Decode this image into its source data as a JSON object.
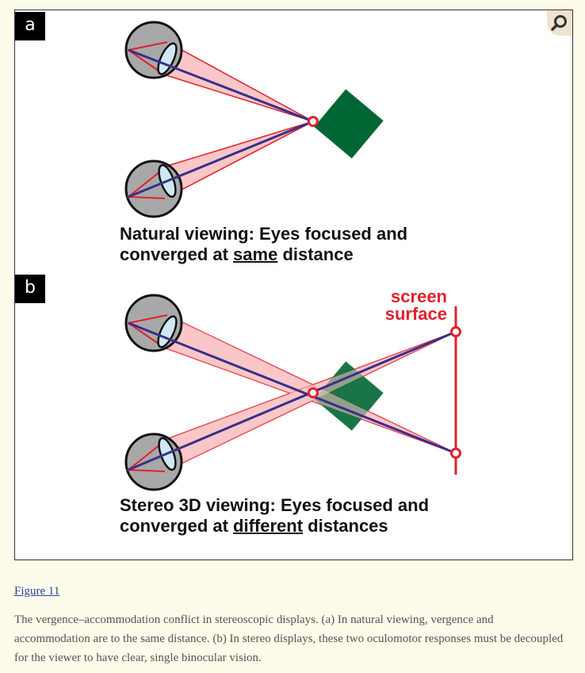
{
  "panel_a": {
    "tag": "a",
    "caption_line1": "Natural viewing: Eyes focused and",
    "caption_line2_prefix": "converged at ",
    "caption_line2_emph": "same",
    "caption_line2_suffix": " distance"
  },
  "panel_b": {
    "tag": "b",
    "caption_line1": "Stereo 3D viewing: Eyes focused and",
    "caption_line2_prefix": "converged at ",
    "caption_line2_emph": "different",
    "caption_line2_suffix": " distances",
    "screen_label_line1": "screen",
    "screen_label_line2": "surface"
  },
  "colors": {
    "ray_red": "#e2202b",
    "ray_fill": "#f9c7c7",
    "axis_blue": "#3a2f8a",
    "eye_gray": "#a8a8a8",
    "lens_blue": "#cfe9f4",
    "object_green": "#006633"
  },
  "icons": {
    "zoom": "magnifier-icon"
  },
  "figure_link": "Figure 11",
  "caption": "The vergence–accommodation conflict in stereoscopic displays. (a) In natural viewing, vergence and accommodation are to the same distance. (b) In stereo displays, these two oculomotor responses must be decoupled for the viewer to have clear, single binocular vision."
}
